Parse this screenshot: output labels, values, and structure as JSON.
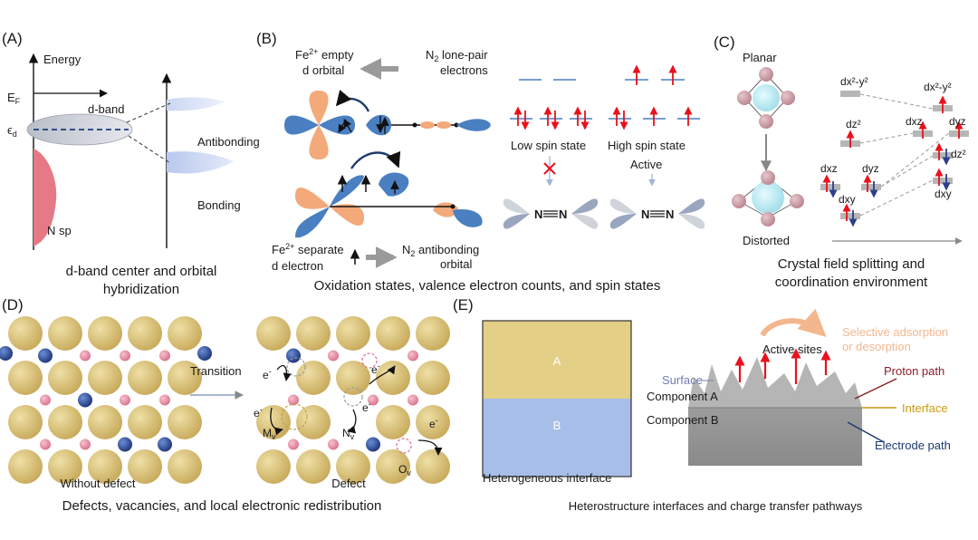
{
  "panel_a": {
    "letter": "(A)",
    "energy": "Energy",
    "ef": "E",
    "ef_sub": "F",
    "ed": "ϵ",
    "ed_sub": "d",
    "dband": "d-band",
    "antibonding": "Antibonding",
    "bonding": "Bonding",
    "nsp": "N sp",
    "caption_1": "d-band center and orbital",
    "caption_2": "hybridization"
  },
  "panel_b": {
    "letter": "(B)",
    "fe_empty_1": "Fe",
    "fe_empty_sup": "2+",
    "fe_empty_2": " empty",
    "fe_empty_3": "d orbital",
    "n2_lone_1": "N",
    "n2_lone_sub": "2",
    "n2_lone_2": " lone-pair",
    "n2_lone_3": "electrons",
    "fe_sep_1": "Fe",
    "fe_sep_sup": "2+",
    "fe_sep_2": " separate",
    "fe_sep_3": "d electron",
    "n2_anti_1": "N",
    "n2_anti_sub": "2",
    "n2_anti_2": " antibonding",
    "n2_anti_3": "orbital",
    "low_spin": "Low spin state",
    "high_spin": "High spin state",
    "active": "Active",
    "n_left": "N",
    "n_right": "N",
    "caption": "Oxidation states, valence electron counts, and spin states"
  },
  "panel_c": {
    "letter": "(C)",
    "planar": "Planar",
    "distorted": "Distorted",
    "caption_1": "Crystal field splitting and",
    "caption_2": "coordination environment",
    "orbitals": {
      "dx2y2_left": "dx²-y²",
      "dz2_left": "dz²",
      "dxz_left": "dxz",
      "dyz_left": "dyz",
      "dxy_left": "dxy",
      "dx2y2_right": "dx²-y²",
      "dxz_right": "dxz",
      "dyz_right": "dyz",
      "dz2_right": "dz²",
      "dxy_right": "dxy"
    }
  },
  "panel_d": {
    "letter": "(D)",
    "transition": "Transition",
    "without_defect": "Without defect",
    "defect": "Defect",
    "electron": "e",
    "electron_sup": "-",
    "mv": "M",
    "mv_sub": "v",
    "nv": "N",
    "nv_sub": "v",
    "ov": "O",
    "ov_sub": "v",
    "caption": "Defects, vacancies, and local electronic redistribution"
  },
  "panel_e": {
    "letter": "(E)",
    "block_a": "A",
    "block_b": "B",
    "hetero_interface": "Heterogeneous interface",
    "active_sites": "Active sites",
    "selective_1": "Selective adsorption",
    "selective_2": "or desorption",
    "surface": "Surface",
    "component_a": "Component A",
    "component_b": "Component B",
    "proton_path": "Proton path",
    "interface": "Interface",
    "electrode_path": "Electrode path",
    "caption": "Heterostructure interfaces and charge transfer pathways"
  },
  "colors": {
    "orbital_blue": "#4a7fc1",
    "orbital_orange": "#f3a97a",
    "arrow_red": "#e8111c",
    "arrow_blue": "#2b3f8c",
    "metal_atom": "#d9c27a",
    "blue_atom": "#2e4f9c",
    "pink_atom": "#e88aa0",
    "gold_label": "#c99a10",
    "maroon": "#8a1f2a",
    "navy": "#1d3a6e",
    "peach": "#f3b78e",
    "block_a": "#e3cf86",
    "block_b": "#a7bee9"
  }
}
